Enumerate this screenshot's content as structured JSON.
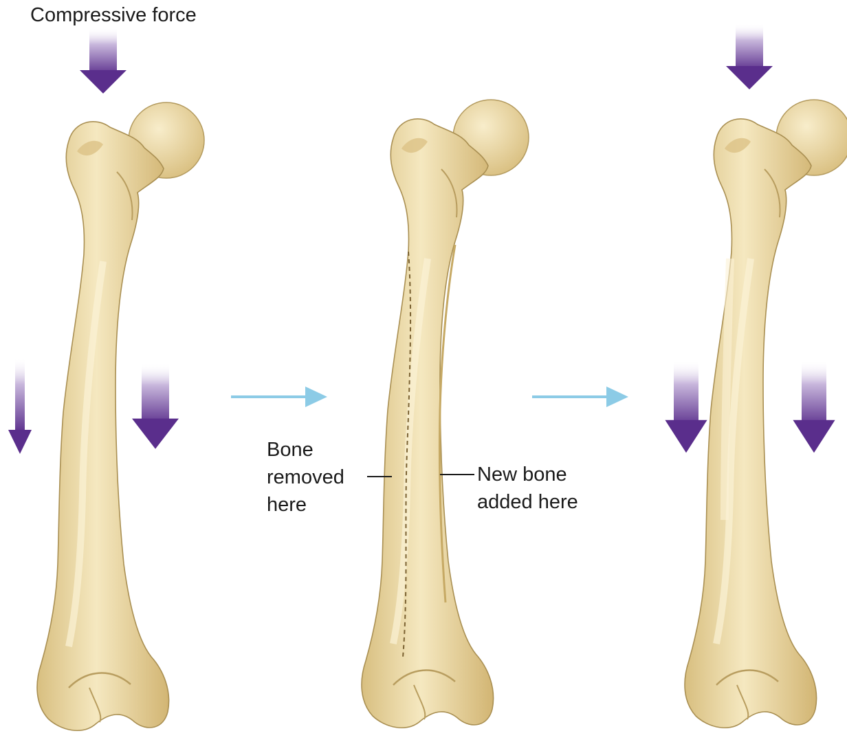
{
  "labels": {
    "compressive_force": "Compressive force",
    "bone_removed": [
      "Bone",
      "removed",
      "here"
    ],
    "bone_added": [
      "New bone",
      "added here"
    ]
  },
  "stages": [
    {
      "name": "bone-curved"
    },
    {
      "name": "bone-remodeling"
    },
    {
      "name": "bone-remodeled"
    }
  ],
  "colors": {
    "background": "#ffffff",
    "bone_fill": "#ecd9a3",
    "bone_highlight": "#f7ebc6",
    "bone_shadow": "#c9ad6a",
    "bone_outline": "#a98f52",
    "force_arrow": "#5a2e8c",
    "process_arrow": "#8ccbe6",
    "text": "#1a1a1a"
  },
  "icons": {
    "force": "down-arrow-icon",
    "process": "right-arrow-icon"
  }
}
